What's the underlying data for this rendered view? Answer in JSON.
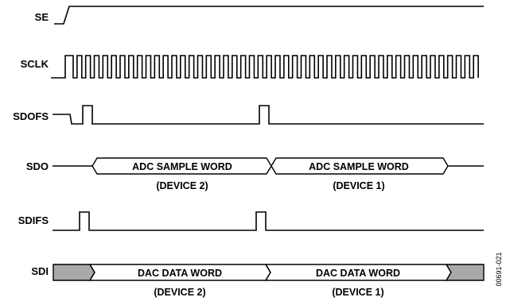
{
  "signals": {
    "se": "SE",
    "sclk": "SCLK",
    "sdofs": "SDOFS",
    "sdo": "SDO",
    "sdifs": "SDIFS",
    "sdi": "SDI"
  },
  "sdo_words": [
    {
      "line1": "ADC SAMPLE WORD",
      "line2": "(DEVICE 2)"
    },
    {
      "line1": "ADC SAMPLE WORD",
      "line2": "(DEVICE 1)"
    }
  ],
  "sdi_words": [
    {
      "line1": "DAC DATA WORD",
      "line2": "(DEVICE 2)"
    },
    {
      "line1": "DAC DATA WORD",
      "line2": "(DEVICE 1)"
    }
  ],
  "figure_id": "00691-021",
  "sclk_pulse_count": 48,
  "colors": {
    "line": "#000000",
    "idle_fill": "#a9a9a9"
  }
}
